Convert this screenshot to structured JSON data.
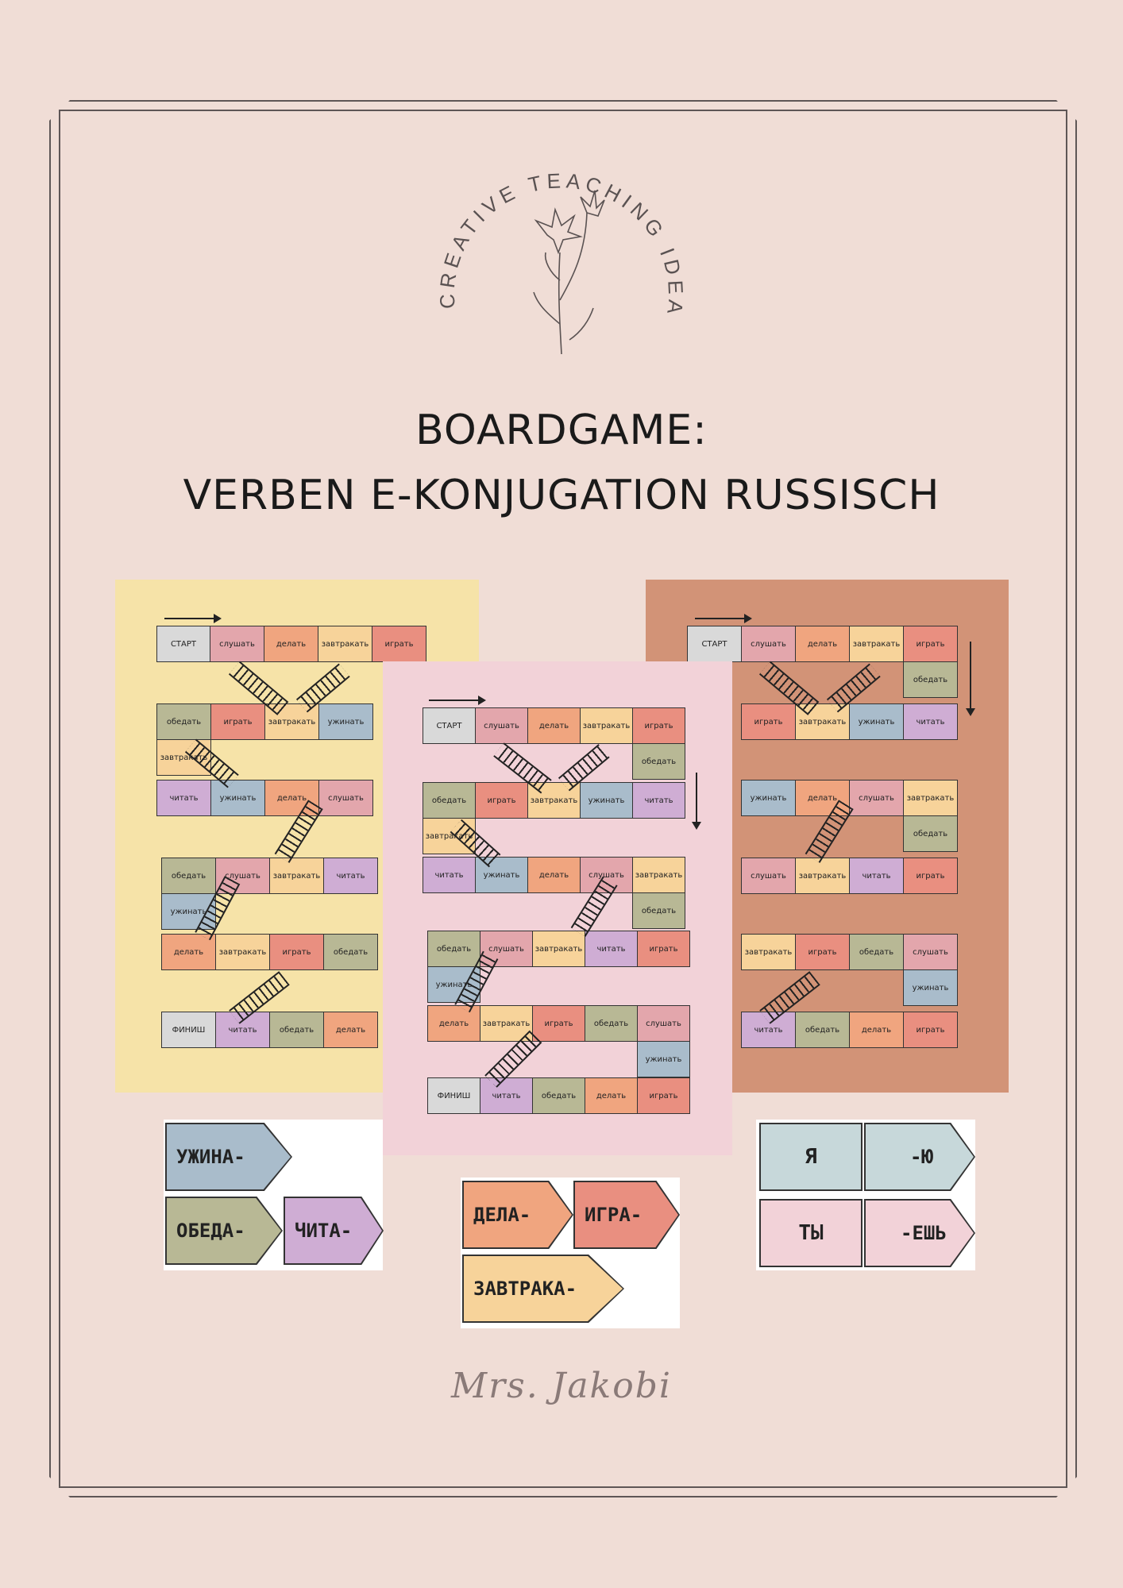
{
  "logo": {
    "text": "CREATIVE TEACHING IDEAS",
    "icon": "lily-flower-icon"
  },
  "title": {
    "line1": "BOARDGAME:",
    "line2": "VERBEN E-KONJUGATION RUSSISCH"
  },
  "colors": {
    "background": "#f0ddd6",
    "board_yellow": "#f6e3a8",
    "board_pink": "#f2d2d8",
    "board_terracotta": "#d29377",
    "blue": "#a9bccb",
    "green": "#b8b895",
    "purple": "#cfadd4",
    "orange": "#f0a57f",
    "red": "#e98f80",
    "peach": "#f7d39a",
    "rose": "#e3a6ac",
    "grey": "#d9d9d9"
  },
  "boards": {
    "yellow": {
      "rows": [
        [
          "СТАРТ",
          "слушать",
          "делать",
          "завтракать",
          "играть"
        ],
        [
          "обедать",
          "играть",
          "завтракать",
          "ужинать"
        ],
        [
          "завтракать"
        ],
        [
          "читать",
          "ужинать",
          "делать",
          "слушать"
        ],
        [
          "обедать",
          "слушать",
          "завтракать",
          "читать"
        ],
        [
          "ужинать"
        ],
        [
          "делать",
          "завтракать",
          "играть",
          "обедать"
        ],
        [
          "ФИНИШ",
          "читать",
          "обедать",
          "делать"
        ]
      ]
    },
    "pink": {
      "rows": [
        [
          "СТАРТ",
          "слушать",
          "делать",
          "завтракать",
          "играть"
        ],
        [
          "обедать"
        ],
        [
          "обедать",
          "играть",
          "завтракать",
          "ужинать",
          "читать"
        ],
        [
          "завтракать"
        ],
        [
          "читать",
          "ужинать",
          "делать",
          "слушать",
          "завтракать"
        ],
        [
          "обедать"
        ],
        [
          "обедать",
          "слушать",
          "завтракать",
          "читать",
          "играть"
        ],
        [
          "ужинать"
        ],
        [
          "делать",
          "завтракать",
          "играть",
          "обедать",
          "слушать"
        ],
        [
          "ужинать"
        ],
        [
          "ФИНИШ",
          "читать",
          "обедать",
          "делать",
          "играть"
        ]
      ]
    },
    "terracotta": {
      "rows": [
        [
          "СТАРТ",
          "слушать",
          "делать",
          "завтракать",
          "играть"
        ],
        [
          "обедать"
        ],
        [
          "играть",
          "завтракать",
          "ужинать",
          "читать"
        ],
        [
          "ужинать",
          "делать",
          "слушать",
          "завтракать"
        ],
        [
          "обедать"
        ],
        [
          "слушать",
          "завтракать",
          "читать",
          "играть"
        ],
        [
          "завтракать",
          "играть",
          "обедать",
          "слушать"
        ],
        [
          "ужинать"
        ],
        [
          "читать",
          "обедать",
          "делать",
          "играть"
        ]
      ]
    }
  },
  "cards": {
    "left": [
      "УЖИНА-",
      "ОБЕДА-",
      "ЧИТА-"
    ],
    "middle": [
      "ДЕЛА-",
      "ИГРА-",
      "ЗАВТРАКА-"
    ],
    "right": {
      "pronouns": [
        "Я",
        "ТЫ"
      ],
      "endings": [
        "-Ю",
        "-ЕШЬ"
      ]
    }
  },
  "signature": "Mrs. Jakobi"
}
